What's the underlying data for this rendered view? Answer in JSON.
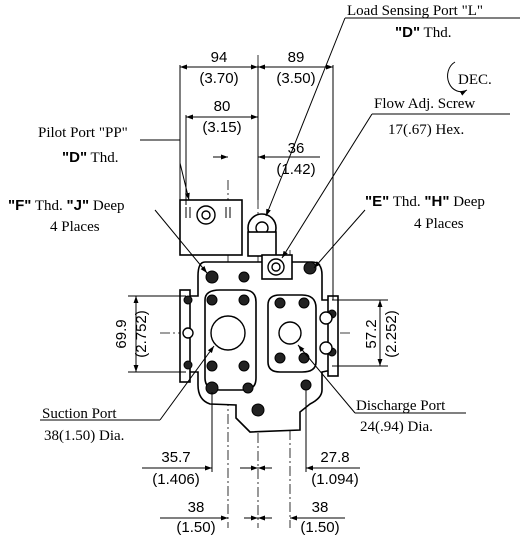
{
  "labels": {
    "load_port_line1": "Load Sensing Port \"L\"",
    "load_port_thd_letter": "\"D\"",
    "load_port_thd_word": " Thd.",
    "dec": "DEC.",
    "flow_line1": "Flow Adj. Screw",
    "flow_line2": "17(.67) Hex.",
    "pilot_line1": "Pilot Port \"PP\"",
    "pilot_thd_letter": "\"D\"",
    "pilot_thd_word": " Thd.",
    "f_letter": "\"F\"",
    "f_mid": " Thd. ",
    "j_letter": "\"J\"",
    "f_end": " Deep",
    "f_places": "4 Places",
    "e_letter": "\"E\"",
    "e_mid": " Thd. ",
    "h_letter": "\"H\"",
    "e_end": " Deep",
    "e_places": "4 Places",
    "suction_line1": "Suction Port",
    "suction_line2": "38(1.50) Dia.",
    "discharge_line1": "Discharge Port",
    "discharge_line2": "24(.94) Dia."
  },
  "dimensions": {
    "d94": "94",
    "d94_in": "(3.70)",
    "d89": "89",
    "d89_in": "(3.50)",
    "d80": "80",
    "d80_in": "(3.15)",
    "d36": "36",
    "d36_in": "(1.42)",
    "d699": "69.9",
    "d699_in": "(2.752)",
    "d572": "57.2",
    "d572_in": "(2.252)",
    "d357": "35.7",
    "d357_in": "(1.406)",
    "d278": "27.8",
    "d278_in": "(1.094)",
    "d38a": "38",
    "d38a_in": "(1.50)",
    "d38b": "38",
    "d38b_in": "(1.50)"
  }
}
